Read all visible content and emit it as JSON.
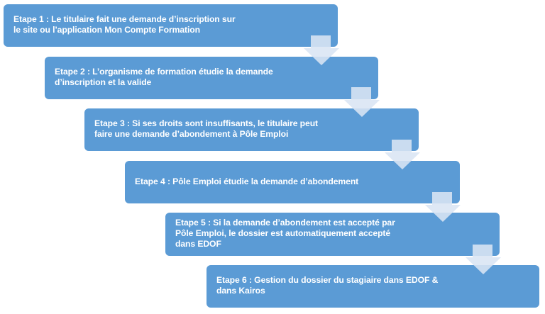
{
  "diagram": {
    "type": "staircase-process",
    "colors": {
      "box_fill": "#5b9bd5",
      "box_text": "#ffffff",
      "arrow_fill": "#c9d9ee",
      "background": "#ffffff"
    },
    "steps": [
      {
        "label": "Etape 1 : Le titulaire fait une demande d’inscription sur\nle site ou l’application Mon Compte Formation"
      },
      {
        "label": "Etape 2 : L’organisme de formation étudie la demande\nd’inscription et la valide"
      },
      {
        "label": "Etape 3 : Si ses droits sont insuffisants, le titulaire peut\nfaire une demande d’abondement à Pôle Emploi"
      },
      {
        "label": "Etape 4 : Pôle Emploi étudie la demande d’abondement"
      },
      {
        "label": "Etape 5 : Si la demande d’abondement est accepté par\nPôle Emploi, le dossier est automatiquement accepté\ndans EDOF"
      },
      {
        "label": "Etape 6 : Gestion du dossier du stagiaire dans EDOF &\ndans Kairos"
      }
    ],
    "connectors": [
      {
        "from": 1,
        "to": 2,
        "icon": "down-arrow-icon"
      },
      {
        "from": 2,
        "to": 3,
        "icon": "down-arrow-icon"
      },
      {
        "from": 3,
        "to": 4,
        "icon": "down-arrow-icon"
      },
      {
        "from": 4,
        "to": 5,
        "icon": "down-arrow-icon"
      },
      {
        "from": 5,
        "to": 6,
        "icon": "down-arrow-icon"
      }
    ]
  }
}
